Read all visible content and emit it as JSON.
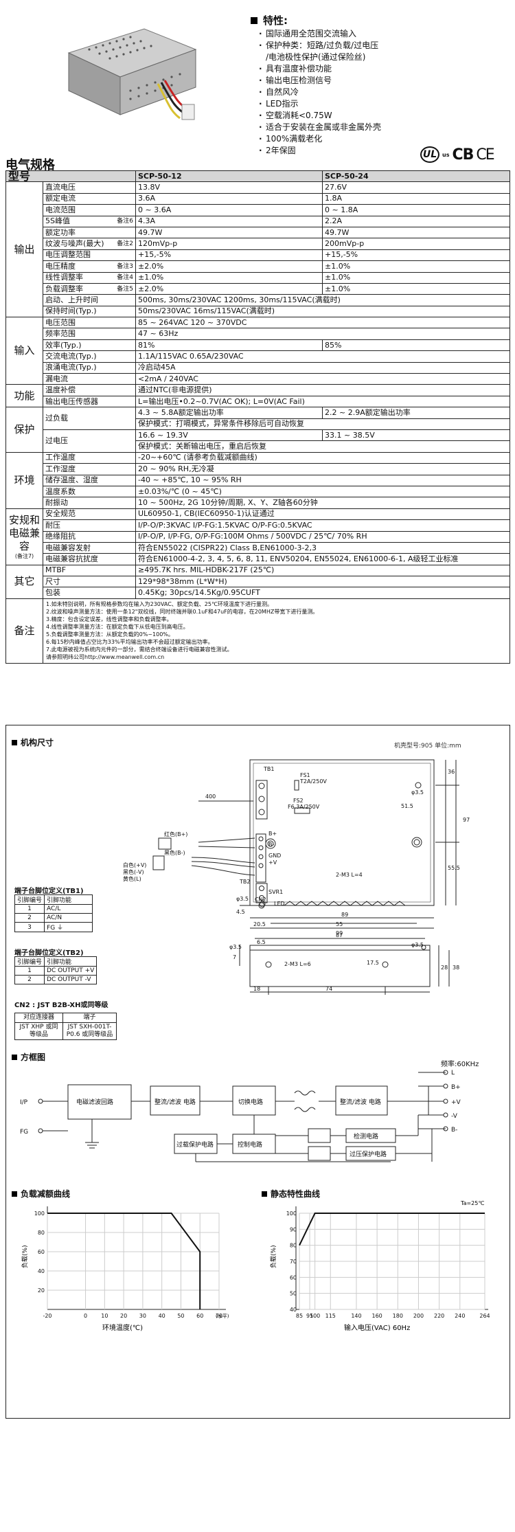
{
  "features": {
    "title": "特性:",
    "items": [
      {
        "text": "国际通用全范围交流输入",
        "cont": false
      },
      {
        "text": "保护种类：短路/过负载/过电压",
        "cont": false
      },
      {
        "text": "/电池极性保护(通过保险丝)",
        "cont": true
      },
      {
        "text": "具有温度补偿功能",
        "cont": false
      },
      {
        "text": "输出电压检测信号",
        "cont": false
      },
      {
        "text": "自然风冷",
        "cont": false
      },
      {
        "text": "LED指示",
        "cont": false
      },
      {
        "text": "空载消耗<0.75W",
        "cont": false
      },
      {
        "text": "适合于安装在金属或非金属外壳",
        "cont": false
      },
      {
        "text": "100%满载老化",
        "cont": false
      },
      {
        "text": "2年保固",
        "cont": false
      }
    ]
  },
  "spec_title": "电气规格",
  "certs": {
    "ul": "UL",
    "us": "us",
    "cb": "CB",
    "ce": "CE"
  },
  "table": {
    "model_label": "型号",
    "model_a": "SCP-50-12",
    "model_b": "SCP-50-24",
    "sections": [
      {
        "cat": "输出",
        "rows": [
          {
            "p": "直流电压",
            "n": "",
            "a": "13.8V",
            "b": "27.6V"
          },
          {
            "p": "额定电流",
            "n": "",
            "a": "3.6A",
            "b": "1.8A"
          },
          {
            "p": "电流范围",
            "n": "",
            "a": "0 ~ 3.6A",
            "b": "0 ~ 1.8A"
          },
          {
            "p": "5S峰值",
            "n": "备注6",
            "a": "4.3A",
            "b": "2.2A"
          },
          {
            "p": "额定功率",
            "n": "",
            "a": "49.7W",
            "b": "49.7W"
          },
          {
            "p": "纹波与噪声(最大)",
            "n": "备注2",
            "a": "120mVp-p",
            "b": "200mVp-p"
          },
          {
            "p": "电压调整范围",
            "n": "",
            "a": "+15,-5%",
            "b": "+15,-5%"
          },
          {
            "p": "电压精度",
            "n": "备注3",
            "a": "±2.0%",
            "b": "±1.0%"
          },
          {
            "p": "线性调整率",
            "n": "备注4",
            "a": "±1.0%",
            "b": "±1.0%"
          },
          {
            "p": "负载调整率",
            "n": "备注5",
            "a": "±2.0%",
            "b": "±1.0%"
          },
          {
            "p": "启动、上升时间",
            "n": "",
            "span": "500ms, 30ms/230VAC          1200ms, 30ms/115VAC(满载时)"
          },
          {
            "p": "保持时间(Typ.)",
            "n": "",
            "span": "50ms/230VAC          16ms/115VAC(满载时)"
          }
        ]
      },
      {
        "cat": "输入",
        "rows": [
          {
            "p": "电压范围",
            "n": "",
            "span": "85 ~ 264VAC          120 ~ 370VDC"
          },
          {
            "p": "频率范围",
            "n": "",
            "span": "47 ~ 63Hz"
          },
          {
            "p": "效率(Typ.)",
            "n": "",
            "a": "81%",
            "b": "85%"
          },
          {
            "p": "交流电流(Typ.)",
            "n": "",
            "span": "1.1A/115VAC          0.65A/230VAC"
          },
          {
            "p": "浪涌电流(Typ.)",
            "n": "",
            "span": "冷启动45A"
          },
          {
            "p": "漏电流",
            "n": "",
            "span": "<2mA / 240VAC"
          }
        ]
      },
      {
        "cat": "功能",
        "rows": [
          {
            "p": "温度补偿",
            "n": "",
            "span": "通过NTC(非电源提供)"
          },
          {
            "p": "输出电压传感器",
            "n": "",
            "span": "L=输出电压•0.2~0.7V(AC OK); L=0V(AC Fail)"
          }
        ]
      },
      {
        "cat": "保护",
        "rows": [
          {
            "p": "过负载",
            "n": "",
            "a": "4.3 ~ 5.8A额定输出功率",
            "b": "2.2 ~ 2.9A额定输出功率",
            "p_rows": 2
          },
          {
            "span": "保护模式：打嗝模式，异常条件移除后可自动恢复"
          },
          {
            "p": "过电压",
            "n": "",
            "a": "16.6 ~ 19.3V",
            "b": "33.1 ~ 38.5V",
            "p_rows": 2
          },
          {
            "span": "保护模式：关断输出电压，重启后恢复"
          }
        ]
      },
      {
        "cat": "环境",
        "rows": [
          {
            "p": "工作温度",
            "n": "",
            "span": "-20~+60℃ (请参考负载减额曲线)"
          },
          {
            "p": "工作湿度",
            "n": "",
            "span": "20 ~ 90% RH,无冷凝"
          },
          {
            "p": "储存温度、湿度",
            "n": "",
            "span": "-40 ~ +85℃, 10 ~ 95% RH"
          },
          {
            "p": "温度系数",
            "n": "",
            "span": "±0.03%/℃ (0 ~ 45℃)"
          },
          {
            "p": "耐振动",
            "n": "",
            "span": "10 ~ 500Hz, 2G 10分钟/周期, X、Y、Z轴各60分钟"
          }
        ]
      },
      {
        "cat": "安规和电磁兼容",
        "cat_note": "(备注7)",
        "rows": [
          {
            "p": "安全规范",
            "n": "",
            "span": "UL60950-1, CB(IEC60950-1)认证通过"
          },
          {
            "p": "耐压",
            "n": "",
            "span": "I/P-O/P:3KVAC     I/P-FG:1.5KVAC     O/P-FG:0.5KVAC"
          },
          {
            "p": "绝缘阻抗",
            "n": "",
            "span": "I/P-O/P, I/P-FG, O/P-FG:100M Ohms / 500VDC / 25℃/ 70% RH"
          },
          {
            "p": "电磁兼容发射",
            "n": "",
            "span": "符合EN55022 (CISPR22) Class B,EN61000-3-2,3"
          },
          {
            "p": "电磁兼容抗扰度",
            "n": "",
            "span": "符合EN61000-4-2, 3, 4, 5, 6, 8, 11, ENV50204, EN55024, EN61000-6-1, A级轻工业标准"
          }
        ]
      },
      {
        "cat": "其它",
        "rows": [
          {
            "p": "MTBF",
            "n": "",
            "span": "≥495.7K hrs.     MIL-HDBK-217F (25℃)"
          },
          {
            "p": "尺寸",
            "n": "",
            "span": "129*98*38mm (L*W*H)"
          },
          {
            "p": "包装",
            "n": "",
            "span": "0.45Kg; 30pcs/14.5Kg/0.95CUFT"
          }
        ]
      }
    ],
    "notes_label": "备注",
    "notes": [
      "1.如未特别说明，所有规格参数均在输入为230VAC、额定负载、25℃环境温度下进行量测。",
      "2.纹波和噪声测量方法：使用一条12\"双绞线，同时终端并联0.1uF和47uF的电容，在20MHZ带宽下进行量测。",
      "3.精度：包含设定误差，线性调整率和负载调整率。",
      "4.线性调整率测量方法：在额定负载下从低电压到高电压。",
      "5.负载调整率测量方法：从额定负载的0%~100%。",
      "6.每15秒内峰值占空比为33%平均输出功率不会超过额定输出功率。",
      "7.此电源被视为系统内元件的一部分，需结合终端设备进行电磁兼容性测试。",
      "  请参照明纬公司http://www.meanwell.com.cn"
    ]
  },
  "mech": {
    "title": "机构尺寸",
    "case_note": "机壳型号:905   单位:mm",
    "fs1": "FS1",
    "fs1_rating": "T2A/250V",
    "fs2": "FS2",
    "fs2_rating": "F6.3A/250V",
    "tb1": "TB1",
    "tb2": "TB2",
    "b_plus": "B+",
    "b_minus": "B-",
    "gnd": "GND",
    "plus_v": "+V",
    "svr1": "SVR1",
    "cn2": "CN2",
    "led": "LED",
    "wire_400": "400",
    "wire_red": "红色(B+)",
    "wire_black": "黑色(B-)",
    "wire_white": "白色(+V)",
    "wire_black2": "黑色(-V)",
    "wire_yellow": "黄色(L)",
    "d_36": "36",
    "d_97": "97",
    "d_555": "55.5",
    "d_515": "51.5",
    "d_45": "4.5",
    "d_89": "89",
    "d_205": "20.5",
    "d_55": "55",
    "d_99": "99",
    "d_65": "6.5",
    "d_87": "87",
    "d_7": "7",
    "d_175": "17.5",
    "d_18": "18",
    "d_74": "74",
    "d_28": "28",
    "d_38": "38",
    "hole_a": "φ3.5",
    "hole_b": "φ3.5",
    "hole_c": "φ3.5",
    "hole_d": "φ3.5",
    "screw_a": "2-M3 L=4",
    "screw_b": "2-M3 L=6"
  },
  "tb1_table": {
    "title": "端子台脚位定义(TB1)",
    "headers": [
      "引脚编号",
      "引脚功能"
    ],
    "rows": [
      [
        "1",
        "AC/L"
      ],
      [
        "2",
        "AC/N"
      ],
      [
        "3",
        "FG ⏚"
      ]
    ]
  },
  "tb2_table": {
    "title": "端子台脚位定义(TB2)",
    "headers": [
      "引脚编号",
      "引脚功能"
    ],
    "rows": [
      [
        "1",
        "DC OUTPUT +V"
      ],
      [
        "2",
        "DC OUTPUT -V"
      ]
    ]
  },
  "cn2": {
    "title": "CN2 : JST B2B-XH或同等级",
    "headers": [
      "对应连接器",
      "端子"
    ],
    "row": [
      "JST XHP 或同等级品",
      "JST SXH-001T-P0.6 或同等级品"
    ]
  },
  "block": {
    "title": "方框图",
    "freq": "频率:60KHz",
    "ip": "I/P",
    "fg": "FG",
    "emi": "电磁滤波回路",
    "rect1": "整流/滤波 电路",
    "switch": "切换电路",
    "rect2": "整流/滤波 电路",
    "olp": "过载保护电路",
    "ctrl": "控制电路",
    "detect": "检测电路",
    "ovp": "过压保护电路",
    "out_l": "L",
    "out_bp": "B+",
    "out_v": "+V",
    "out_nv": "-V",
    "out_bn": "B-"
  },
  "derating": {
    "title": "负载减额曲线",
    "ylabel": "负载(%)",
    "xlabel": "环境温度(℃)",
    "xunit": "(水平)",
    "xticks": [
      "-20",
      "0",
      "10",
      "20",
      "30",
      "40",
      "50",
      "60",
      "70"
    ],
    "yticks": [
      "20",
      "40",
      "60",
      "80",
      "100"
    ]
  },
  "static": {
    "title": "静态特性曲线",
    "ylabel": "负载(%)",
    "xlabel": "输入电压(VAC) 60Hz",
    "ta": "Ta=25℃",
    "xticks": [
      "85",
      "95",
      "100",
      "115",
      "140",
      "160",
      "180",
      "200",
      "220",
      "240",
      "264"
    ],
    "yticks": [
      "40",
      "50",
      "60",
      "70",
      "80",
      "90",
      "100"
    ]
  },
  "chart_data": [
    {
      "type": "line",
      "title": "负载减额曲线",
      "xlabel": "环境温度(℃)",
      "ylabel": "负载(%)",
      "x": [
        -20,
        45,
        60,
        60
      ],
      "y": [
        100,
        100,
        60,
        0
      ],
      "xlim": [
        -20,
        70
      ],
      "ylim": [
        0,
        100
      ]
    },
    {
      "type": "line",
      "title": "静态特性曲线",
      "xlabel": "输入电压(VAC) 60Hz",
      "ylabel": "负载(%)",
      "x": [
        85,
        100,
        264
      ],
      "y": [
        80,
        100,
        100
      ],
      "xlim": [
        85,
        264
      ],
      "ylim": [
        40,
        100
      ]
    }
  ]
}
